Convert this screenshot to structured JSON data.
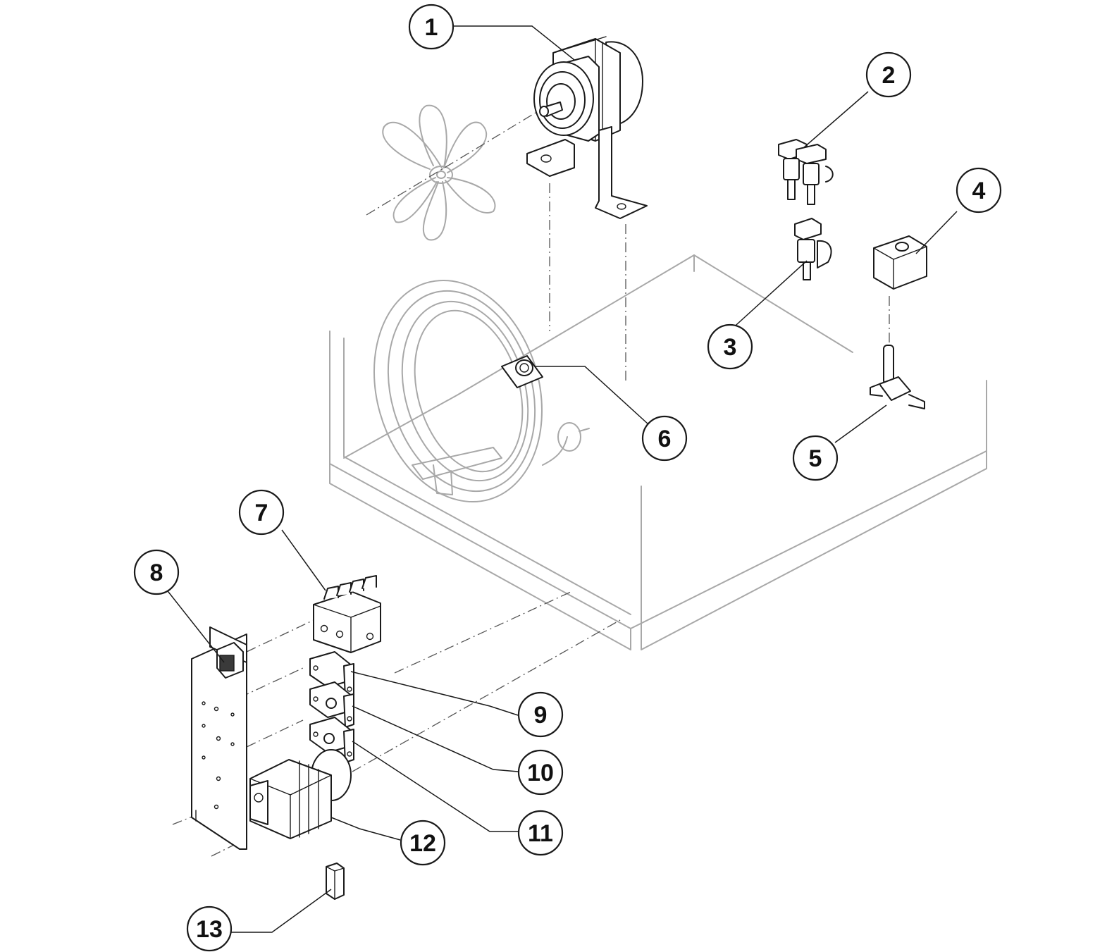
{
  "callouts": [
    {
      "id": "1",
      "label": "1"
    },
    {
      "id": "2",
      "label": "2"
    },
    {
      "id": "3",
      "label": "3"
    },
    {
      "id": "4",
      "label": "4"
    },
    {
      "id": "5",
      "label": "5"
    },
    {
      "id": "6",
      "label": "6"
    },
    {
      "id": "7",
      "label": "7"
    },
    {
      "id": "8",
      "label": "8"
    },
    {
      "id": "9",
      "label": "9"
    },
    {
      "id": "10",
      "label": "10"
    },
    {
      "id": "11",
      "label": "11"
    },
    {
      "id": "12",
      "label": "12"
    },
    {
      "id": "13",
      "label": "13"
    }
  ],
  "colors": {
    "ghost": "#a8a8a8",
    "part": "#1a1a1a",
    "background": "#ffffff"
  }
}
